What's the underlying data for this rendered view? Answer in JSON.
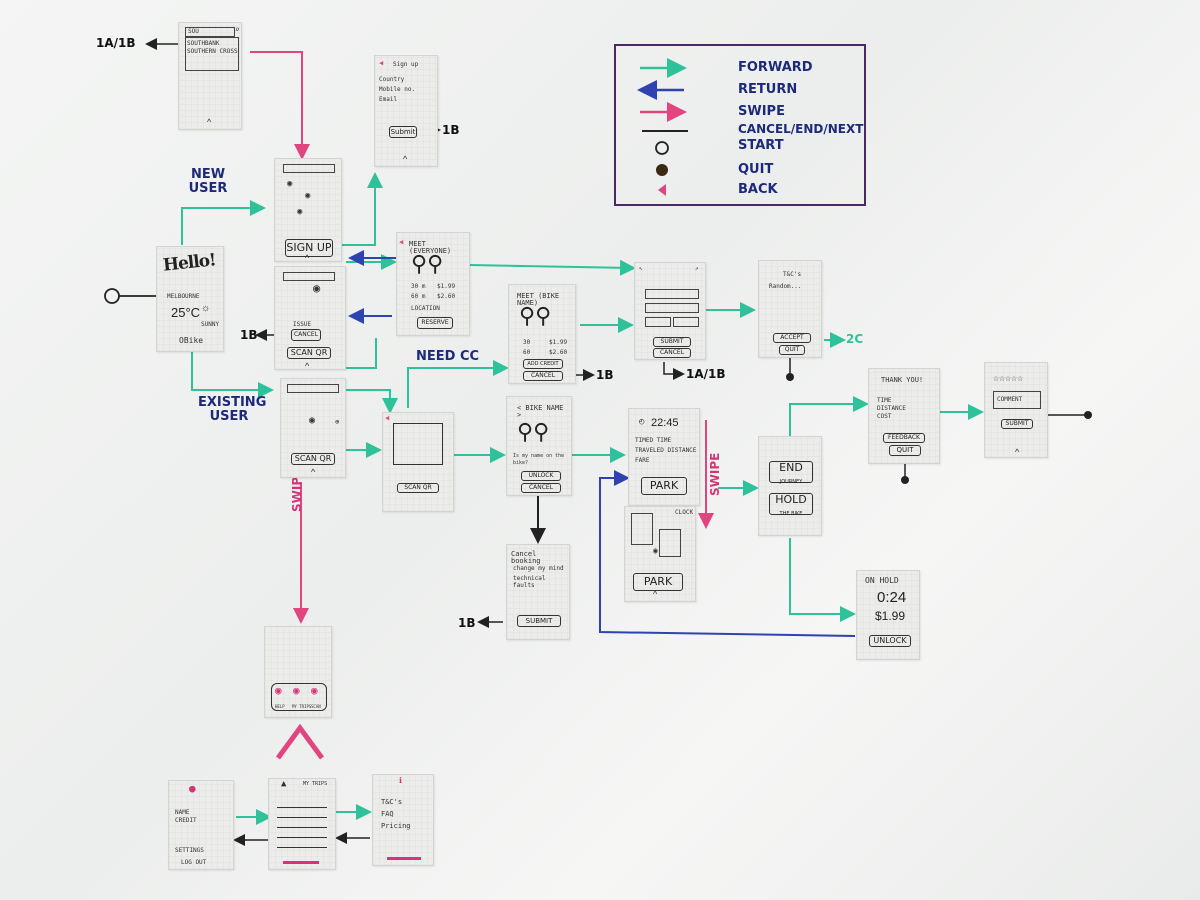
{
  "legend": {
    "forward": "FORWARD",
    "return": "RETURN",
    "swipe": "SWIPE",
    "cancel": "CANCEL/END/NEXT",
    "start": "START",
    "quit": "QUIT",
    "back": "BACK"
  },
  "notes": {
    "new_user": "NEW\nUSER",
    "existing_user": "EXISTING\nUSER",
    "need_cc": "NEED CC",
    "swipe_left": "SWIPE",
    "swipe_right": "SWIPE",
    "to_1a1b_top": "1A/1B",
    "to_1b_signup": "1B",
    "to_1b_scan": "1B",
    "to_1b_meet": "1B",
    "to_1a1b_submit": "1A/1B",
    "to_2c": "2C",
    "to_1b_cancel": "1B"
  },
  "cards": {
    "search": {
      "query": "SOU",
      "r1": "SOUTHBANK",
      "r2": "SOUTHERN CROSS"
    },
    "hello": {
      "title": "Hello!",
      "city": "MELBOURNE",
      "temp": "25°C",
      "status": "SUNNY",
      "bikes": "OBike"
    },
    "signup": {
      "title": "Sign up",
      "f1": "Country",
      "f2": "Mobile no.",
      "f3": "Email",
      "submit": "Submit"
    },
    "map_new": {
      "button": "SIGN UP"
    },
    "map_cc": {
      "line1": "ISSUE",
      "line2": "CANCEL",
      "button": "SCAN QR"
    },
    "map_existing": {
      "button": "SCAN QR"
    },
    "meet1": {
      "title": "MEET (EVERYONE)",
      "c1": "30 m",
      "c2": "$1.99",
      "c3": "60 m",
      "c4": "$2.60",
      "loc": "LOCATION",
      "button": "RESERVE"
    },
    "meet2": {
      "title": "MEET (BIKE NAME)",
      "c1": "30",
      "c2": "$1.99",
      "c3": "60",
      "c4": "$2.60",
      "b1": "ADD CREDIT",
      "b2": "CANCEL"
    },
    "cc": {
      "b1": "SUBMIT",
      "b2": "CANCEL"
    },
    "tcs": {
      "title": "T&C's",
      "body": "Random...",
      "b1": "ACCEPT",
      "b2": "QUIT"
    },
    "scan": {
      "button": "SCAN QR"
    },
    "bike": {
      "title": "< BIKE NAME >",
      "note": "Is my name on the bike?",
      "b1": "UNLOCK",
      "b2": "CANCEL"
    },
    "riding": {
      "time": "22:45",
      "l1": "TIMED TIME",
      "l2": "TRAVELED DISTANCE",
      "l3": "FARE",
      "button": "PARK"
    },
    "park": {
      "clock": "CLOCK",
      "button": "PARK"
    },
    "endhold": {
      "b1": "END",
      "b1s": "JOURNEY",
      "b2": "HOLD",
      "b2s": "THE BIKE"
    },
    "thanks": {
      "title": "THANK YOU!",
      "l1": "TIME",
      "l2": "DISTANCE",
      "l3": "COST",
      "b1": "FEEDBACK",
      "b2": "QUIT"
    },
    "rating": {
      "stars": "☆☆☆☆☆",
      "box": "COMMENT",
      "button": "SUBMIT"
    },
    "onhold": {
      "title": "ON HOLD",
      "time": "0:24",
      "fare": "$1.99",
      "button": "UNLOCK"
    },
    "cancelbook": {
      "title": "Cancel booking",
      "o1": "change my mind",
      "o2": "technical faults",
      "button": "SUBMIT"
    },
    "menu_icons": {
      "i1": "HELP",
      "i2": "MY TRIPS",
      "i3": "SCAN"
    },
    "profile": {
      "l1": "NAME",
      "l2": "CREDIT",
      "l3": "SETTINGS",
      "b": "LOG OUT"
    },
    "menu_list": {
      "title": "MY TRIPS"
    },
    "info": {
      "l1": "T&C's",
      "l2": "FAQ",
      "l3": "Pricing"
    }
  },
  "colors": {
    "forward": "#2fc29a",
    "return": "#2f43b0",
    "swipe": "#e0457f",
    "line": "#222222",
    "legend_border": "#4b2a63"
  }
}
